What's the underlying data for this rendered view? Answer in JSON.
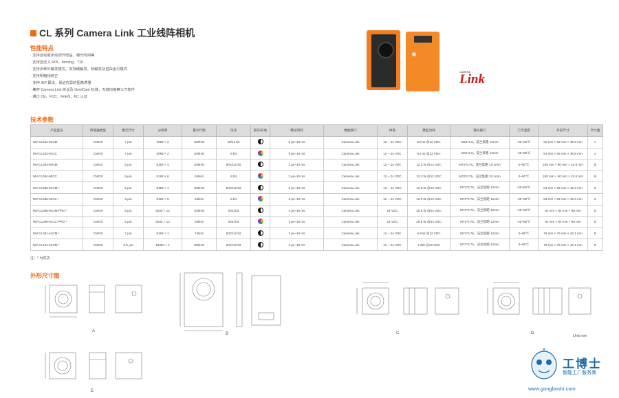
{
  "title": "CL 系列 Camera Link 工业线阵相机",
  "features_heading": "性能特点",
  "features": [
    "支持自动或手动调节增益，曝光时间等",
    "支持自定义 ROI、binning、TDI",
    "支持多种外触发模式，支持硬触发、软触发及自由运行模式",
    "支持明暗场校正",
    "多种 ISP 算法，保证优异的图像质量",
    "兼容 Camera Link 协议及 GenICam 标准，无缝衔接第三方软件",
    "通过 CE、FCC、RoHS、KC 认证"
  ],
  "logo": {
    "small": "CAMERA",
    "big": "Link"
  },
  "spec_heading": "技术参数",
  "table": {
    "headers": [
      "产品型号",
      "传感器类型",
      "像元尺寸",
      "分辨率",
      "最大行频",
      "位深",
      "黑白/彩色",
      "曝光时间",
      "数据接口",
      "供电",
      "典型功耗",
      "镜头接口",
      "工作温度",
      "外形尺寸",
      "尺寸图"
    ],
    "rows": [
      [
        "MV-CL042-91CM",
        "CMOS",
        "7 μm",
        "4096 × 2",
        "100kHz",
        "10/12 bit",
        "mono",
        "5 μs~10 ms",
        "Camera Link",
        "12 ~ 24 VDC",
        "5.5 W @12 VDC",
        "M42*1.0，法兰焦距 12mm",
        "-20~55℃",
        "62 mm × 62 mm × 36.5 mm",
        "A"
      ],
      [
        "MV-CL042-91CC",
        "CMOS",
        "7 μm",
        "4096 × 2",
        "100kHz",
        "8 bit",
        "color",
        "5 μs~10 ms",
        "Camera Link",
        "12 ~ 24 VDC",
        "5.1 W @12 VDC",
        "M42*1.0，法兰焦距 12mm",
        "-20~55℃",
        "62 mm × 62 mm × 36.5 mm",
        "A"
      ],
      [
        "MV-CL084-90CM",
        "CMOS",
        "5 μm",
        "8192 × 4",
        "100kHz",
        "8/10/12 bit",
        "mono",
        "3 μs~10 ms",
        "Camera Link",
        "12 ~ 24 VDC",
        "12.3 W @12 VDC",
        "M72*0.75，法兰焦距 10.1mm",
        "0~50℃",
        "150 mm × 80 mm × 23.8 mm",
        "B"
      ],
      [
        "MV-CL084-90CC",
        "CMOS",
        "5 μm",
        "8192 × 6",
        "34kHz",
        "8 bit",
        "color",
        "3 μs~10 ms",
        "Camera Link",
        "12 ~ 24 VDC",
        "12.3 W @12 VDC",
        "M72*0.75，法兰焦距 10.1mm",
        "0~50℃",
        "150 mm × 80 mm × 23.8 mm",
        "B"
      ],
      [
        "MV-CL086-91CM *",
        "CMOS",
        "5 μm",
        "8192 × 4",
        "100kHz",
        "8/10/12 bit",
        "mono",
        "3 μs~10 ms",
        "Camera Link",
        "12 ~ 24 VDC",
        "12.3 W @12 VDC",
        "M72*0.75，法兰焦距 12mm",
        "-20~50℃",
        "84 mm × 84 mm × 46.2 mm",
        "C"
      ],
      [
        "MV-CL086-91CC *",
        "CMOS",
        "5 μm",
        "8192 × 6",
        "34kHz",
        "8 bit",
        "color",
        "3 μs~10 ms",
        "Camera Link",
        "12 ~ 24 VDC",
        "12.3 W @12 VDC",
        "M72*0.75，法兰焦距 12mm",
        "-20~50℃",
        "84 mm × 84 mm × 46.2 mm",
        "C"
      ],
      [
        "MV-CL086-91CM-PRO *",
        "CMOS",
        "5 μm",
        "8192 × 12",
        "100kHz",
        "8/10 bit",
        "mono",
        "3 μs~10 ms",
        "Camera Link",
        "24 VDC",
        "20.8 W @24 VDC",
        "M72*0.75，法兰焦距 12mm",
        "-20~50℃",
        "84 mm × 84 mm × 88 mm",
        "D"
      ],
      [
        "MV-CL086-91CC-PRO *",
        "CMOS",
        "5 μm",
        "8192 × 12",
        "34kHz",
        "8/10 bit",
        "color",
        "3 μs~10 ms",
        "Camera Link",
        "24 VDC",
        "20.8 W @24 VDC",
        "M72*0.75，法兰焦距 12mm",
        "-20~50℃",
        "84 mm × 84 mm × 88 mm",
        "D"
      ],
      [
        "MV-CL081-41CM *",
        "CMOS",
        "7 μm",
        "8192 × 1",
        "74kHz",
        "8/10/12 bit",
        "mono",
        "2 μs~10 ms",
        "Camera Link",
        "12 ~ 24 VDC",
        "6.8 W @12 VDC",
        "M72*0.75，法兰焦距 12mm",
        "0~55℃",
        "76 mm × 76 mm × 42.1 mm",
        "E"
      ],
      [
        "MV-CL161-41CM *",
        "CMOS",
        "3.5 μm",
        "16384 × 1",
        "100kHz",
        "8/10/12 bit",
        "mono",
        "3 μs~10 ms",
        "Camera Link",
        "12 ~ 24 VDC",
        "7.2W @12 VDC",
        "M72*0.75，法兰焦距 12mm",
        "0~55℃",
        "76 mm × 76 mm × 42.1 mm",
        "E"
      ]
    ]
  },
  "note": "注：* 为供货",
  "drawings_heading": "外形尺寸图",
  "drawing_labels": [
    "A",
    "B",
    "C",
    "D",
    "E"
  ],
  "unit_label": "Unit:mm",
  "watermark": {
    "brand": "工博士",
    "sub": "智能工厂服务商",
    "url": "www.gongboshi.com"
  },
  "colors": {
    "accent": "#f06a13",
    "header_bg": "#dcdcdc",
    "watermark": "#1c6aa8"
  }
}
